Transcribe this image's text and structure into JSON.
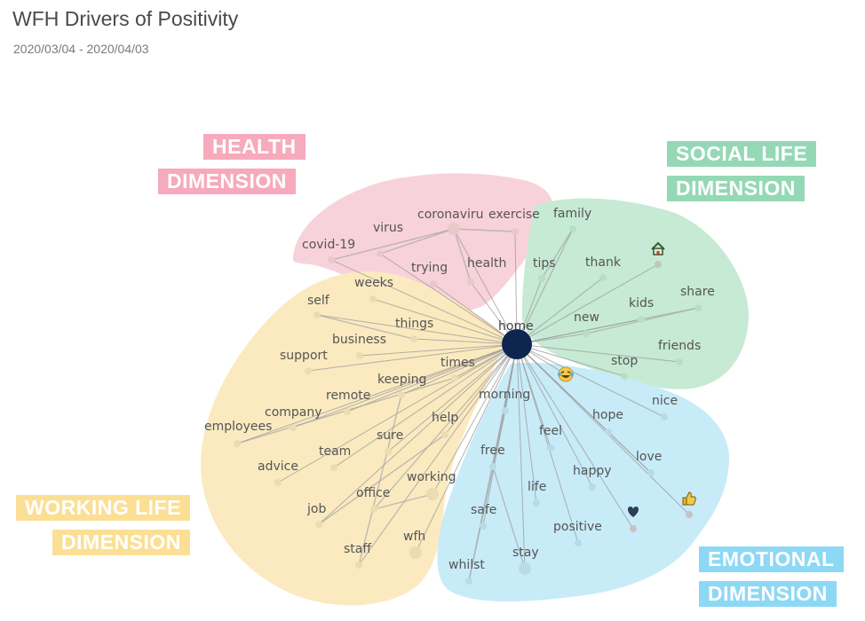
{
  "header": {
    "title": "WFH Drivers of Positivity",
    "date_range": "2020/03/04 - 2020/04/03"
  },
  "dimensions": {
    "health": {
      "line1": "HEALTH",
      "line2": "DIMENSION",
      "color": "#f6aabb"
    },
    "social": {
      "line1": "SOCIAL LIFE",
      "line2": "DIMENSION",
      "color": "#95d8b6"
    },
    "working": {
      "line1": "WORKING LIFE",
      "line2": "DIMENSION",
      "color": "#fbdf95"
    },
    "emotional": {
      "line1": "EMOTIONAL",
      "line2": "DIMENSION",
      "color": "#8dd8f4"
    }
  },
  "hub": {
    "label": "home",
    "color": "#0d2650"
  },
  "words": {
    "health": [
      "coronaviru",
      "exercise",
      "virus",
      "covid-19",
      "trying",
      "health"
    ],
    "social": [
      "family",
      "tips",
      "thank",
      "share",
      "kids",
      "new",
      "friends",
      "stop"
    ],
    "working": [
      "weeks",
      "self",
      "things",
      "business",
      "support",
      "times",
      "keeping",
      "remote",
      "company",
      "employees",
      "sure",
      "help",
      "team",
      "advice",
      "working",
      "office",
      "job",
      "wfh",
      "staff"
    ],
    "emotional": [
      "nice",
      "morning",
      "hope",
      "feel",
      "free",
      "love",
      "happy",
      "life",
      "safe",
      "positive",
      "stay",
      "whilst"
    ]
  },
  "emoji_nodes": [
    {
      "name": "house-icon",
      "glyph": "house"
    },
    {
      "name": "laughing-face-icon",
      "glyph": "tears-of-joy"
    },
    {
      "name": "thumbs-up-icon",
      "glyph": "thumbs-up"
    },
    {
      "name": "heart-icon",
      "glyph": "heart"
    }
  ]
}
